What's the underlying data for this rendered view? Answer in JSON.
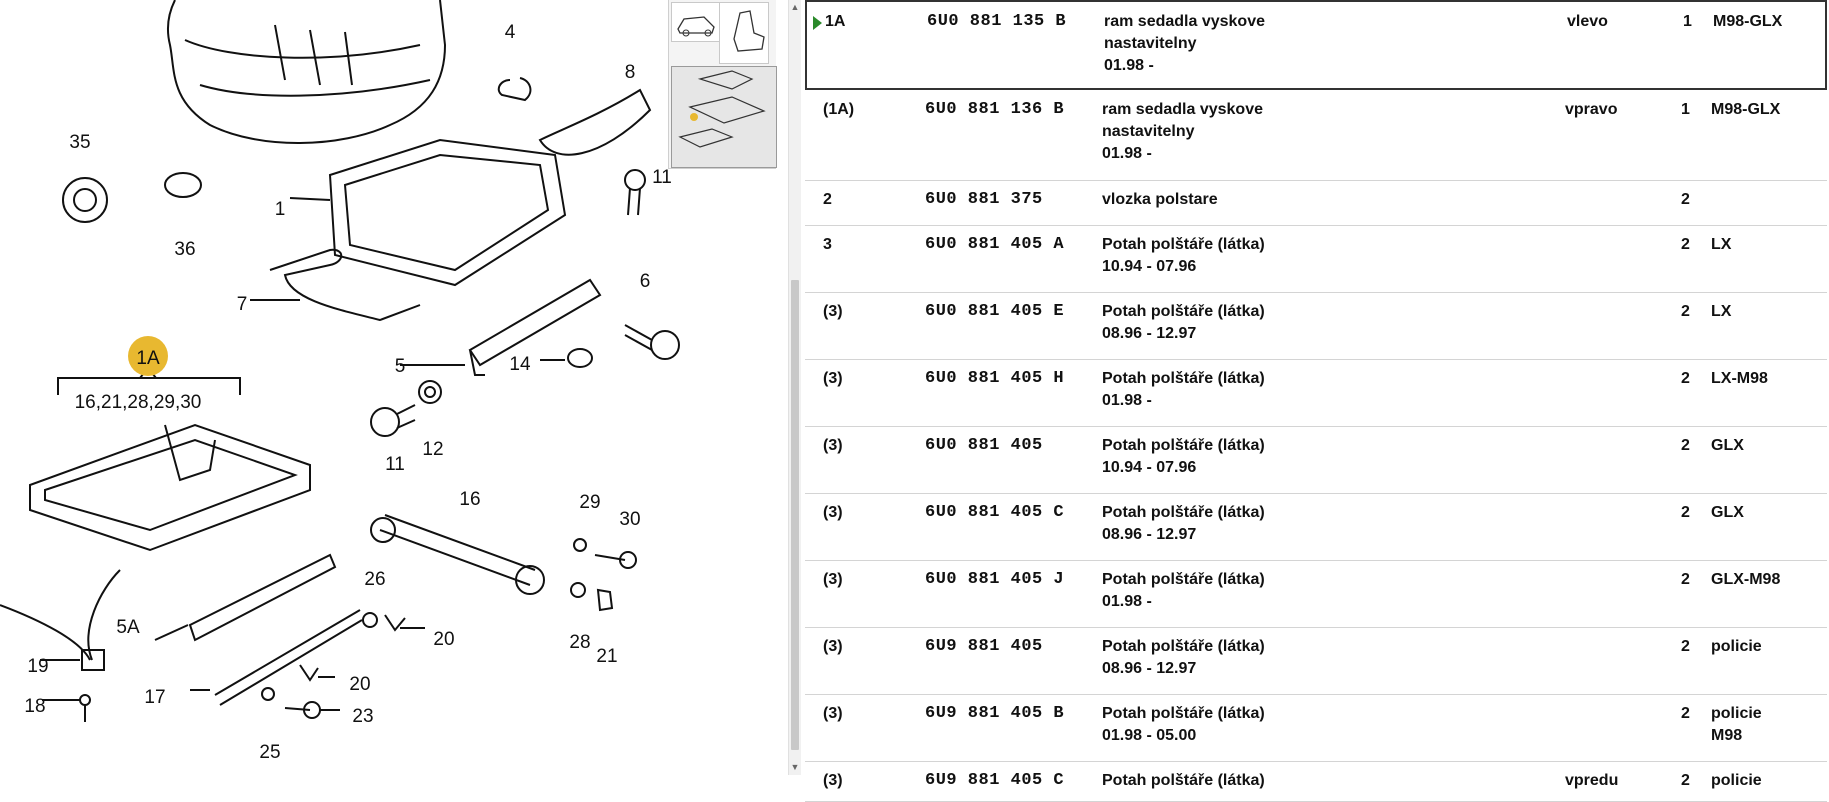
{
  "diagram": {
    "labels": [
      "1",
      "4",
      "8",
      "35",
      "36",
      "11",
      "7",
      "6",
      "5",
      "14",
      "11",
      "12",
      "1A",
      "16,21,28,29,30",
      "16",
      "29",
      "30",
      "26",
      "28",
      "21",
      "5A",
      "20",
      "19",
      "20",
      "17",
      "23",
      "18",
      "25"
    ],
    "highlight_label": "1A"
  },
  "thumbnails": [
    "car-thumbnail",
    "seat-thumbnail",
    "seat-frame-thumbnail"
  ],
  "parts": {
    "rows": [
      {
        "pos": "1A",
        "part": "6U0  881  135  B",
        "desc": [
          "ram sedadla vyskove",
          "nastavitelny",
          "01.98 -"
        ],
        "side": "vlevo",
        "qty": "1",
        "model": "M98-GLX",
        "selected": true
      },
      {
        "pos": "(1A)",
        "part": "6U0  881  136  B",
        "desc": [
          "ram sedadla vyskove",
          "nastavitelny",
          "01.98 -"
        ],
        "side": "vpravo",
        "qty": "1",
        "model": "M98-GLX"
      },
      {
        "pos": "2",
        "part": "6U0  881  375",
        "desc": [
          "vlozka polstare"
        ],
        "side": "",
        "qty": "2",
        "model": ""
      },
      {
        "pos": "3",
        "part": "6U0  881  405  A",
        "desc": [
          "Potah polštáře (látka)",
          "10.94 - 07.96"
        ],
        "side": "",
        "qty": "2",
        "model": "LX"
      },
      {
        "pos": "(3)",
        "part": "6U0  881  405  E",
        "desc": [
          "Potah polštáře (látka)",
          "08.96 - 12.97"
        ],
        "side": "",
        "qty": "2",
        "model": "LX"
      },
      {
        "pos": "(3)",
        "part": "6U0  881  405  H",
        "desc": [
          "Potah polštáře (látka)",
          "01.98 -"
        ],
        "side": "",
        "qty": "2",
        "model": "LX-M98"
      },
      {
        "pos": "(3)",
        "part": "6U0  881  405",
        "desc": [
          "Potah polštáře (látka)",
          "10.94 - 07.96"
        ],
        "side": "",
        "qty": "2",
        "model": "GLX"
      },
      {
        "pos": "(3)",
        "part": "6U0  881  405  C",
        "desc": [
          "Potah polštáře (látka)",
          "08.96 - 12.97"
        ],
        "side": "",
        "qty": "2",
        "model": "GLX"
      },
      {
        "pos": "(3)",
        "part": "6U0  881  405  J",
        "desc": [
          "Potah polštáře (látka)",
          "01.98 -"
        ],
        "side": "",
        "qty": "2",
        "model": "GLX-M98"
      },
      {
        "pos": "(3)",
        "part": "6U9  881  405",
        "desc": [
          "Potah polštáře (látka)",
          "08.96 - 12.97"
        ],
        "side": "",
        "qty": "2",
        "model": "policie"
      },
      {
        "pos": "(3)",
        "part": "6U9  881  405  B",
        "desc": [
          "Potah polštáře (látka)",
          "01.98 - 05.00"
        ],
        "side": "",
        "qty": "2",
        "model": "policie M98"
      },
      {
        "pos": "(3)",
        "part": "6U9  881  405  C",
        "desc": [
          "Potah polštáře (látka)"
        ],
        "side": "vpredu",
        "qty": "2",
        "model": "policie"
      }
    ]
  },
  "colors": {
    "highlight": "#e8b830",
    "selected_marker": "#2a8a2a"
  }
}
